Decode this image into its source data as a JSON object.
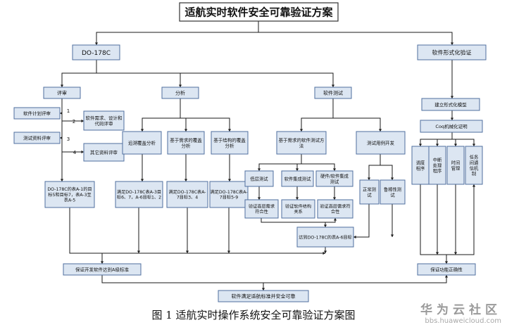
{
  "diagram": {
    "title": "适航实时软件安全可靠验证方案",
    "nodes": {
      "do178c": "DO-178C",
      "formal": "软件形式化验证",
      "review": "评审",
      "analysis": "分析",
      "test": "软件测试",
      "plan_review": "软件计划评审",
      "req_review": "软件需求、设计和代码评审",
      "test_review": "测试资料评审",
      "other_review": "其它资料评审",
      "trace": "追溯覆盖分析",
      "req_cov": "基于需求的覆盖分析",
      "struct_cov": "基于结构的覆盖分析",
      "req_test": "基于需求的软件测试方法",
      "test_dev": "测试用例开发",
      "review_std": "DO-178C的表A-1的目标5和目标7，表A-3至表A-5",
      "trace_std": "满足DO-178C表A-3目标6、7，A-6目标1、2",
      "req_cov_std": "满足DO-178C表A-7目标3、4",
      "struct_cov_std": "满足DO-178C表A-7目标5-9",
      "low_test": "低层测试",
      "integ_test": "软件集成测试",
      "hw_sw_test": "硬件/软件集成测试",
      "low_verify": "验证高层需求符合性",
      "sw_arch": "验证软件结构关系",
      "hl_verify": "验证高层需求符合性",
      "normal": "正常测试",
      "robust": "鲁棒性测试",
      "a6": "达到DO-178C的表A-6目标",
      "build_model": "建立形式化模型",
      "coq": "Coq机械化证明",
      "sched": "调度程序",
      "intr": "中断处理程序",
      "timer": "时间管理",
      "comm": "任务间通信机制",
      "sw_level": "保证开发软件达到A级标准",
      "func_ok": "保证功能正确性",
      "result": "软件满足适航标准并安全可靠"
    },
    "edge_labels": [
      "1",
      "2",
      "3",
      "4"
    ]
  },
  "caption": "图 1 适航实时操作系统安全可靠验证方案图",
  "watermark": {
    "name": "华为云社区",
    "url": "bbs.huaweicloud.com"
  },
  "colors": {
    "box_fill": "#dce6f2",
    "box_border": "#4f6f9f",
    "edge": "#1a1a1a"
  }
}
